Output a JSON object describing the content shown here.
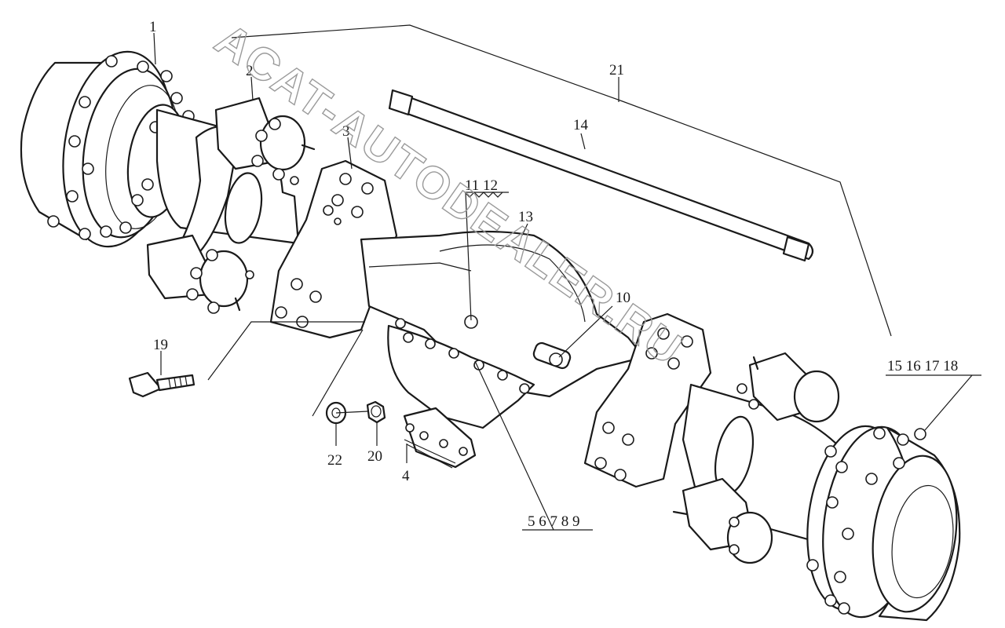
{
  "watermark": "ACAT-AUTODEALER.RU",
  "labels": {
    "l1": "1",
    "l2": "2",
    "l3": "3",
    "l4": "4",
    "l10": "10",
    "l11_12": "11 12",
    "l13": "13",
    "l14": "14",
    "l19": "19",
    "l20": "20",
    "l21": "21",
    "l22": "22",
    "l5_9": "5 6 7 8 9",
    "l15_18": "15 16 17 18"
  }
}
